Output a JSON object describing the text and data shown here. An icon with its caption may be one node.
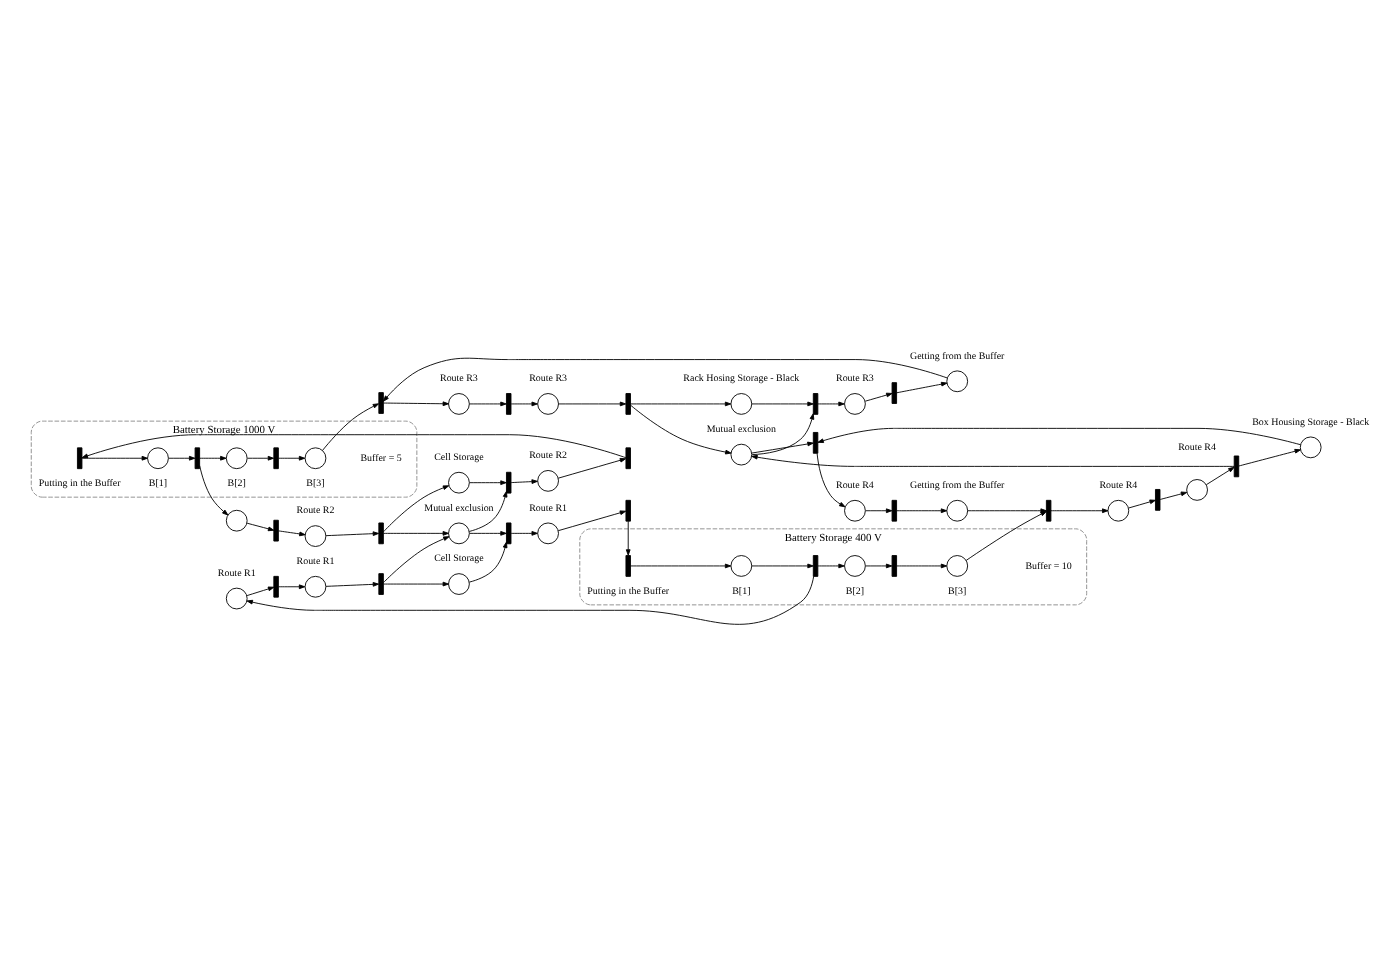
{
  "diagram": {
    "nodes": [
      {
        "text": [
          "Battery Storage 400 V"
        ],
        "beside": [
          "Buffer = 10"
        ]
      },
      {
        "text": [
          "Battery Storage 1000 V"
        ],
        "beside": [
          "Buffer = 5"
        ]
      },
      {
        "text": [],
        "shape": "bar"
      },
      {
        "text": [],
        "shape": "circle",
        "beside": [
          "Route R1"
        ]
      },
      {
        "text": [],
        "shape": "bar"
      },
      {
        "text": [],
        "shape": "circle",
        "beside": [
          "Cell Storage"
        ]
      },
      {
        "text": [],
        "shape": "bar"
      },
      {
        "text": [],
        "shape": "circle",
        "beside": [
          "Route R1"
        ]
      },
      {
        "text": [],
        "shape": "bar"
      },
      {
        "text": [],
        "shape": "bar",
        "in": 0,
        "beside": [
          "Putting in the Buffer"
        ]
      },
      {
        "text": [],
        "shape": "circle",
        "in": 0,
        "beside": [
          "B[1]"
        ]
      },
      {
        "text": [],
        "shape": "bar",
        "in": 0
      },
      {
        "text": [],
        "shape": "circle",
        "in": 0,
        "beside": [
          "B[2]"
        ]
      },
      {
        "text": [],
        "shape": "bar",
        "in": 0
      },
      {
        "text": [],
        "shape": "circle",
        "in": 0,
        "beside": [
          "B[3]"
        ]
      },
      {
        "text": [],
        "shape": "circle",
        "beside": [
          "Route R1"
        ]
      },
      {
        "text": [],
        "shape": "circle",
        "beside": [
          "Mutual exclusion"
        ]
      },
      {
        "text": [],
        "shape": "bar"
      },
      {
        "text": [],
        "shape": "circle",
        "beside": [
          "Route R2"
        ]
      },
      {
        "text": [],
        "shape": "bar"
      },
      {
        "text": [],
        "shape": "circle",
        "beside": [
          "Cell Storage"
        ]
      },
      {
        "text": [],
        "shape": "bar"
      },
      {
        "text": [],
        "shape": "circle",
        "beside": [
          "Route R2"
        ]
      },
      {
        "text": [],
        "shape": "bar"
      },
      {
        "text": [],
        "shape": "bar",
        "in": 1,
        "beside": [
          "Putting in the Buffer"
        ]
      },
      {
        "text": [],
        "shape": "circle",
        "in": 1,
        "beside": [
          "B[1]"
        ]
      },
      {
        "text": [],
        "shape": "bar",
        "in": 1
      },
      {
        "text": [],
        "shape": "circle",
        "in": 1,
        "beside": [
          "B[2]"
        ]
      },
      {
        "text": [],
        "shape": "bar",
        "in": 1
      },
      {
        "text": [],
        "shape": "circle",
        "in": 1,
        "beside": [
          "B[3]"
        ]
      },
      {
        "text": [],
        "shape": "circle"
      },
      {
        "text": [],
        "shape": "bar"
      },
      {
        "text": [],
        "shape": "circle",
        "beside": [
          "Route R3"
        ]
      },
      {
        "text": [],
        "shape": "bar"
      },
      {
        "text": [],
        "shape": "circle",
        "beside": [
          "Rack Hosing Storage - Black"
        ]
      },
      {
        "text": [],
        "shape": "bar"
      },
      {
        "text": [],
        "shape": "circle",
        "beside": [
          "Route R3"
        ]
      },
      {
        "text": [],
        "shape": "bar"
      },
      {
        "text": [],
        "shape": "circle",
        "beside": [
          "Getting from the Buffer"
        ]
      },
      {
        "text": [],
        "shape": "bar"
      },
      {
        "text": [],
        "shape": "circle",
        "beside": [
          "Route R3"
        ]
      },
      {
        "text": [],
        "shape": "circle",
        "beside": [
          "Mutual exclusion"
        ]
      },
      {
        "text": [],
        "shape": "bar"
      },
      {
        "text": [],
        "shape": "circle",
        "beside": [
          "Getting from the Buffer"
        ]
      },
      {
        "text": [],
        "shape": "bar"
      },
      {
        "text": [],
        "shape": "circle",
        "beside": [
          "Route R4"
        ]
      },
      {
        "text": [],
        "shape": "bar"
      },
      {
        "text": [],
        "shape": "circle",
        "beside": [
          "Box Housing Storage - Black"
        ]
      },
      {
        "text": [],
        "shape": "bar"
      },
      {
        "text": [],
        "shape": "circle",
        "beside": [
          "Route R4"
        ]
      },
      {
        "text": [],
        "shape": "bar"
      },
      {
        "text": [],
        "shape": "circle",
        "beside": [
          "Route R4"
        ]
      }
    ],
    "edges": [
      {
        "from": 2,
        "to": 3,
        "arrow": "to"
      },
      {
        "from": 3,
        "to": 4,
        "arrow": "to"
      },
      {
        "from": 4,
        "to": 5,
        "arrow": "to"
      },
      {
        "from": 5,
        "to": 6,
        "arrow": "to"
      },
      {
        "from": 6,
        "to": 7,
        "arrow": "to"
      },
      {
        "from": 7,
        "to": 8,
        "arrow": "to"
      },
      {
        "from": 8,
        "to": 9,
        "arrow": "to"
      },
      {
        "from": 9,
        "to": 10,
        "arrow": "to"
      },
      {
        "from": 10,
        "to": 11,
        "arrow": "to"
      },
      {
        "from": 11,
        "to": 12,
        "arrow": "to"
      },
      {
        "from": 12,
        "to": 13,
        "arrow": "to"
      },
      {
        "from": 13,
        "to": 14,
        "arrow": "to"
      },
      {
        "from": 14,
        "to": 42,
        "arrow": "to"
      },
      {
        "from": 11,
        "to": 15,
        "arrow": "to"
      },
      {
        "from": 15,
        "to": 2,
        "arrow": "to"
      },
      {
        "from": 4,
        "to": 16,
        "arrow": "to"
      },
      {
        "from": 16,
        "to": 6,
        "arrow": "to"
      },
      {
        "from": 17,
        "to": 18,
        "arrow": "to"
      },
      {
        "from": 18,
        "to": 19,
        "arrow": "to"
      },
      {
        "from": 19,
        "to": 20,
        "arrow": "to"
      },
      {
        "from": 20,
        "to": 21,
        "arrow": "to"
      },
      {
        "from": 21,
        "to": 22,
        "arrow": "to"
      },
      {
        "from": 22,
        "to": 23,
        "arrow": "to"
      },
      {
        "from": 23,
        "to": 24,
        "arrow": "to"
      },
      {
        "from": 24,
        "to": 25,
        "arrow": "to"
      },
      {
        "from": 25,
        "to": 26,
        "arrow": "to"
      },
      {
        "from": 26,
        "to": 27,
        "arrow": "to"
      },
      {
        "from": 27,
        "to": 28,
        "arrow": "to"
      },
      {
        "from": 28,
        "to": 29,
        "arrow": "to"
      },
      {
        "from": 29,
        "to": 39,
        "arrow": "to"
      },
      {
        "from": 26,
        "to": 30,
        "arrow": "to"
      },
      {
        "from": 30,
        "to": 17,
        "arrow": "to"
      },
      {
        "from": 19,
        "to": 16,
        "arrow": "to"
      },
      {
        "from": 16,
        "to": 21,
        "arrow": "to"
      },
      {
        "from": 31,
        "to": 32,
        "arrow": "to"
      },
      {
        "from": 32,
        "to": 33,
        "arrow": "to"
      },
      {
        "from": 33,
        "to": 34,
        "arrow": "to"
      },
      {
        "from": 34,
        "to": 35,
        "arrow": "to"
      },
      {
        "from": 35,
        "to": 36,
        "arrow": "to"
      },
      {
        "from": 36,
        "to": 37,
        "arrow": "to"
      },
      {
        "from": 37,
        "to": 38,
        "arrow": "to"
      },
      {
        "from": 38,
        "to": 39,
        "arrow": "to"
      },
      {
        "from": 39,
        "to": 40,
        "arrow": "to"
      },
      {
        "from": 40,
        "to": 31,
        "arrow": "to"
      },
      {
        "from": 33,
        "to": 41,
        "arrow": "to"
      },
      {
        "from": 41,
        "to": 35,
        "arrow": "to"
      },
      {
        "from": 50,
        "to": 49,
        "arrow": "to"
      },
      {
        "from": 49,
        "to": 48,
        "arrow": "to"
      },
      {
        "from": 48,
        "to": 47,
        "arrow": "to"
      },
      {
        "from": 47,
        "to": 46,
        "arrow": "to"
      },
      {
        "from": 46,
        "to": 45,
        "arrow": "to"
      },
      {
        "from": 45,
        "to": 44,
        "arrow": "to"
      },
      {
        "from": 44,
        "to": 43,
        "arrow": "to"
      },
      {
        "from": 43,
        "to": 42,
        "arrow": "to"
      },
      {
        "from": 42,
        "to": 51,
        "arrow": "to"
      },
      {
        "from": 51,
        "to": 50,
        "arrow": "to"
      },
      {
        "from": 48,
        "to": 41,
        "arrow": "to"
      },
      {
        "from": 41,
        "to": 46,
        "arrow": "to"
      }
    ]
  }
}
